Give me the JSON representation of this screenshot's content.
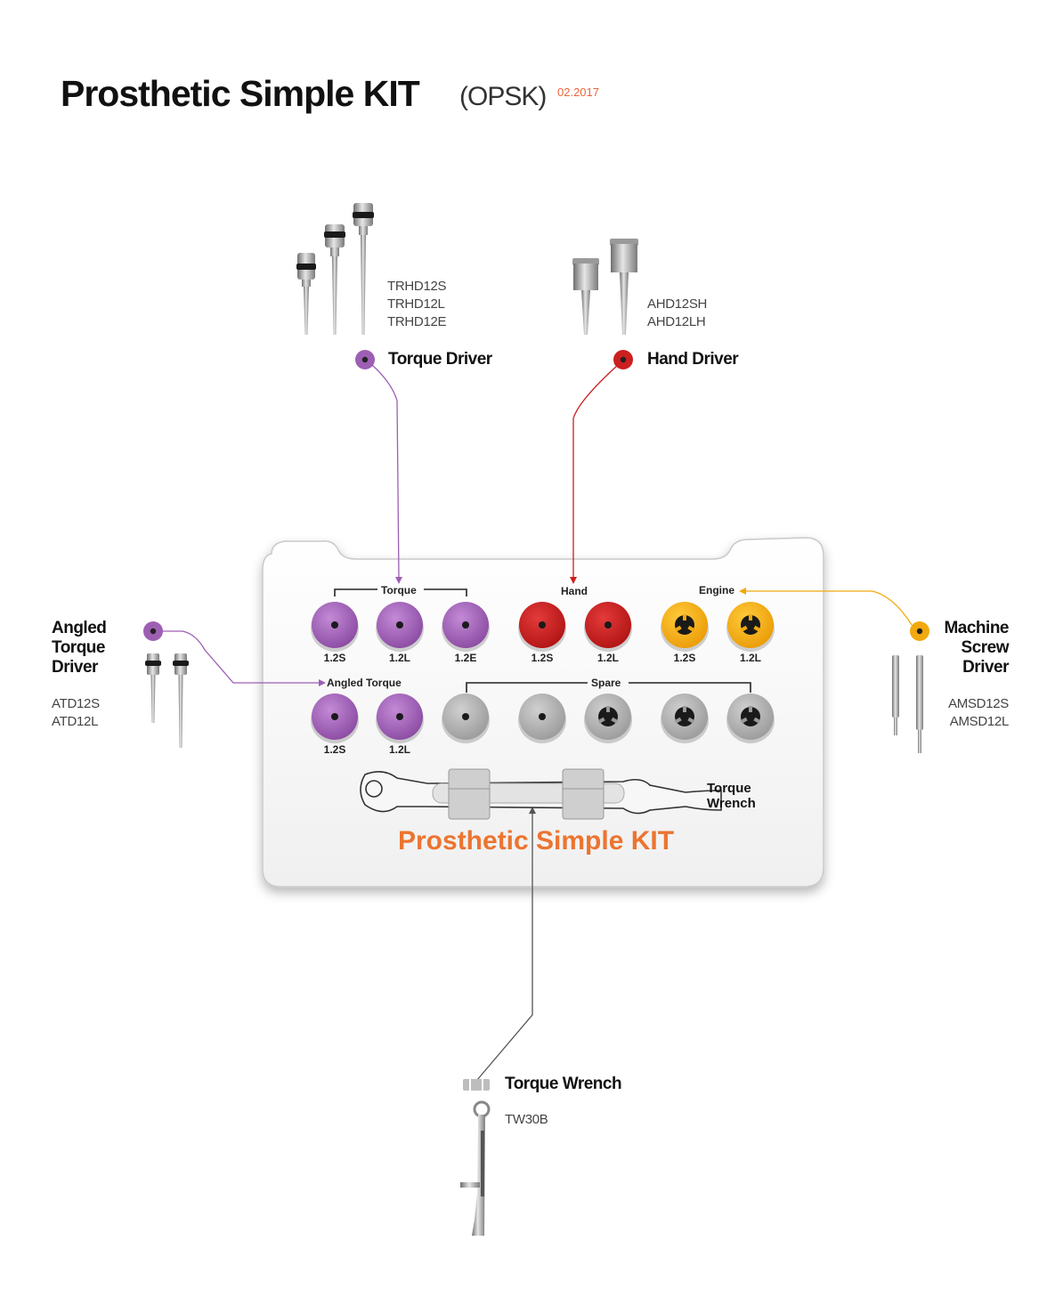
{
  "header": {
    "title": "Prosthetic Simple KIT",
    "subtitle": "(OPSK)",
    "date": "02.2017"
  },
  "colors": {
    "torque_purple": "#9d5fb3",
    "hand_red": "#cc1f1f",
    "engine_yellow": "#f2a90e",
    "spare_gray": "#a8a8a8",
    "brand_orange": "#ec7430"
  },
  "components": {
    "torque_driver": {
      "label": "Torque Driver",
      "codes": [
        "TRHD12S",
        "TRHD12L",
        "TRHD12E"
      ]
    },
    "hand_driver": {
      "label": "Hand Driver",
      "codes": [
        "AHD12SH",
        "AHD12LH"
      ]
    },
    "angled_torque_driver": {
      "label_lines": [
        "Angled",
        "Torque",
        "Driver"
      ],
      "codes": [
        "ATD12S",
        "ATD12L"
      ]
    },
    "machine_screw_driver": {
      "label_lines": [
        "Machine",
        "Screw",
        "Driver"
      ],
      "codes": [
        "AMSD12S",
        "AMSD12L"
      ]
    },
    "torque_wrench": {
      "label": "Torque Wrench",
      "codes": [
        "TW30B"
      ]
    }
  },
  "tray": {
    "title": "Prosthetic Simple KIT",
    "group_labels": {
      "torque": "Torque",
      "hand": "Hand",
      "engine": "Engine",
      "angled_torque": "Angled Torque",
      "spare": "Spare"
    },
    "row1_slots": [
      {
        "label": "1.2S",
        "group": "torque"
      },
      {
        "label": "1.2L",
        "group": "torque"
      },
      {
        "label": "1.2E",
        "group": "torque"
      },
      {
        "label": "1.2S",
        "group": "hand"
      },
      {
        "label": "1.2L",
        "group": "hand"
      },
      {
        "label": "1.2S",
        "group": "engine"
      },
      {
        "label": "1.2L",
        "group": "engine"
      }
    ],
    "row2_slots": [
      {
        "label": "1.2S",
        "group": "angled_torque"
      },
      {
        "label": "1.2L",
        "group": "angled_torque"
      },
      {
        "label": "",
        "group": "spare"
      },
      {
        "label": "",
        "group": "spare"
      },
      {
        "label": "",
        "group": "spare"
      },
      {
        "label": "",
        "group": "spare"
      },
      {
        "label": "",
        "group": "spare"
      }
    ],
    "wrench_label_lines": [
      "Torque",
      "Wrench"
    ]
  }
}
